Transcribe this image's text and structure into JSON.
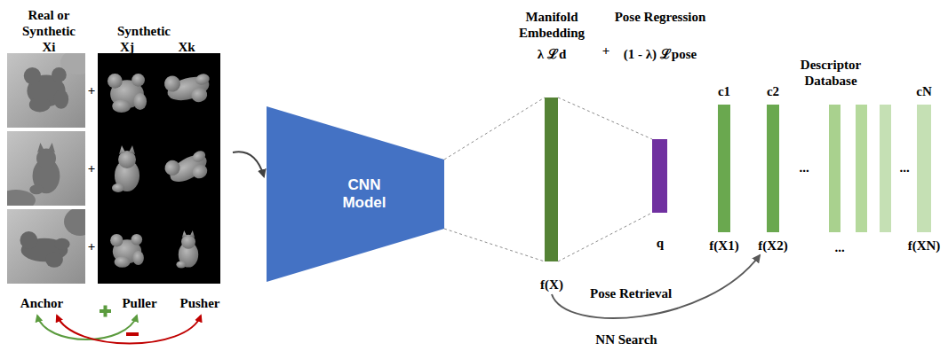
{
  "diagram": {
    "nodes": [
      {
        "text": [
          "CNN Model"
        ]
      },
      {
        "text": [
          "Manifold Embedding",
          "λ ℒd",
          "f(X)"
        ]
      },
      {
        "text": [
          "Pose Regression",
          "(1 - λ) ℒpose",
          "q"
        ]
      },
      {
        "text": [
          "Descriptor Database"
        ]
      },
      {
        "text": [
          "c1",
          "f(X1)"
        ],
        "in": 3
      },
      {
        "text": [
          "c2",
          "f(X2)"
        ],
        "in": 3
      },
      {
        "text": [
          "cN",
          "f(XN)"
        ],
        "in": 3
      }
    ],
    "edges": [
      {
        "from": 1,
        "to": 5,
        "label": "Pose Retrieval",
        "arrow": "to"
      }
    ],
    "labels": [
      "Real or Synthetic",
      "Xi",
      "Synthetic",
      "Xj",
      "Xk",
      "+",
      "+",
      "+",
      "Anchor",
      "Puller",
      "Pusher",
      "+",
      "...",
      "...",
      "...",
      "NN Search"
    ]
  }
}
